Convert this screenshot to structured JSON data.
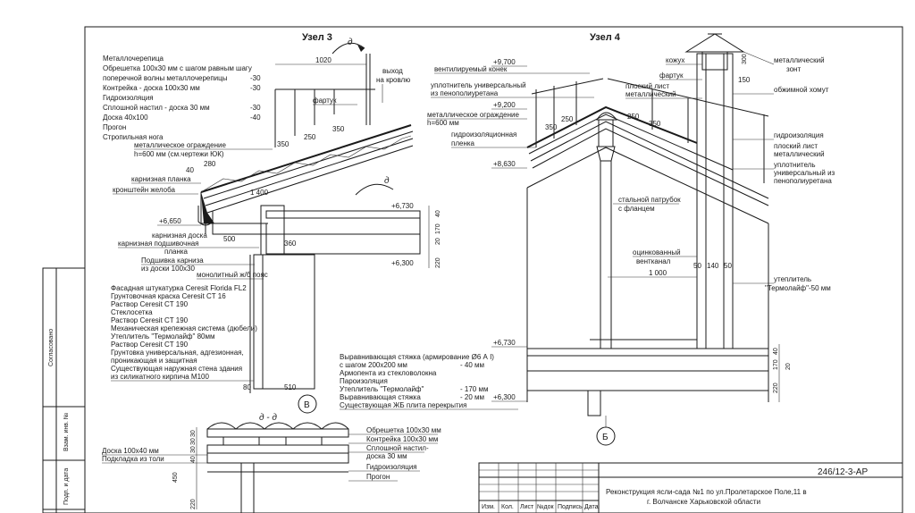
{
  "node3": {
    "title": "Узел 3",
    "section_mark": "д",
    "dim_1020": "1020",
    "outlet_label": "выход на кровлю",
    "fartuk_label": "фартук",
    "layers": [
      {
        "text": "Металлочерепица",
        "val": ""
      },
      {
        "text": "Обрешетка 100х30 мм с шагом равным шагу",
        "val": ""
      },
      {
        "text": "поперечной волны металлочерепицы",
        "val": "-30"
      },
      {
        "text": "Контрейка - доска 100х30 мм",
        "val": "-30"
      },
      {
        "text": "Гидроизоляция",
        "val": ""
      },
      {
        "text": "Сплошной настил - доска 30 мм",
        "val": "-30"
      },
      {
        "text": "Доска 40х100",
        "val": "-40"
      },
      {
        "text": "Прогон",
        "val": ""
      },
      {
        "text": "Стропильная нога",
        "val": ""
      }
    ],
    "railing": [
      "металлическое ограждение",
      "h=600 мм (см.чертежи ЮК)"
    ],
    "dims_slope": [
      "350",
      "250",
      "350",
      "280"
    ],
    "dim_40": "40",
    "left_labels": [
      "карнизная планка",
      "кронштейн желоба"
    ],
    "level_6650": "+6,650",
    "eave_labels": [
      "карнизная доска",
      "карнизная подшивочная",
      "планка",
      "Подшивка карниза",
      "из доски 100х30"
    ],
    "dim_500": "500",
    "dim_1400": "1 400",
    "dim_360": "360",
    "belt_label": "монолитный ж/б пояс",
    "level_6730": "+6,730",
    "level_6300": "+6,300",
    "dims_right": [
      "40",
      "170",
      "20",
      "220"
    ],
    "wall_layers": [
      "Фасадная штукатурка Ceresit Florida FL2",
      "Грунтовочная краска Ceresit CT 16",
      "Раствор Ceresit CT 190",
      "Стеклосетка",
      "Раствор Ceresit CT 190",
      "Механическая крепежная система (дюбели)",
      "Утеплитель \"Термолайф\" 80мм",
      "Раствор Ceresit CT 190",
      "Грунтовка универсальная, адгезионная,",
      "проникающая и защитная",
      "Существующая наружная стена здания",
      "из силикатного кирпича М100"
    ],
    "dim_80": "80",
    "dim_510": "510",
    "axis": "В"
  },
  "floor": {
    "lines": [
      {
        "text": "Выравнивающая стяжка (армирование Ø6 А I)",
        "val": ""
      },
      {
        "text": "с шагом 200х200 мм",
        "val": "- 40 мм"
      },
      {
        "text": "Армопента из стекловолокна",
        "val": ""
      },
      {
        "text": "Пароизоляция",
        "val": ""
      },
      {
        "text": "Утеплитель \"Термолайф\"",
        "val": "- 170 мм"
      },
      {
        "text": "Выравнивающая стяжка",
        "val": "- 20 мм"
      },
      {
        "text": "Существующая ЖБ плита перекрытия",
        "val": ""
      }
    ]
  },
  "node4": {
    "title": "Узел 4",
    "levels": [
      "+9,700",
      "+9,200",
      "+8,630",
      "+6,730",
      "+6,300"
    ],
    "left_labels": [
      "вентилируемый конек",
      "уплотнитель универсальный",
      "из пенополиуретана",
      "металлическое ограждение",
      "h=600 мм",
      "гидроизоляционная",
      "пленка"
    ],
    "dims_slope": [
      "350",
      "250",
      "250",
      "350"
    ],
    "right_labels": [
      "кожух",
      "фартук",
      "плоский лист",
      "металлический",
      "металлический",
      "зонт",
      "обжимной хомут",
      "гидроизоляция",
      "плоский лист",
      "металлический",
      "уплотнитель",
      "универсальный из",
      "пенополиуретана"
    ],
    "dim_300": "300",
    "dim_150": "150",
    "pipe_labels": [
      "стальной патрубок",
      "с фланцем"
    ],
    "channel_labels": [
      "оцинкованный",
      "вентканал"
    ],
    "dims_channel": [
      "50",
      "140",
      "50"
    ],
    "dim_1000": "1 000",
    "insul_labels": [
      "утеплитель",
      "\"Термолайф\"-50 мм"
    ],
    "dims_right": [
      "40",
      "170",
      "20",
      "220"
    ],
    "axis": "Б"
  },
  "section_dd": {
    "title": "д - д",
    "labels": [
      "Обрешетка 100х30 мм",
      "Контрейка 100х30 мм",
      "Сплошной настил-",
      "доска 30 мм",
      "Гидроизоляция",
      "Прогон"
    ],
    "left_labels": [
      "Доска 100х40 мм",
      "Подкладка из толи"
    ],
    "dims": [
      "30",
      "30",
      "30",
      "40",
      "450",
      "220"
    ]
  },
  "left_strip": {
    "labels": [
      "Согласовано",
      "Взам. инв. №",
      "Подп. и дата"
    ]
  },
  "title_block": {
    "code": "246/12-3-АР",
    "desc1": "Реконструкция ясли-сада №1 по ул.Пролетарское Поле,11 в",
    "desc2": "г. Волчанске Харьковской области",
    "cols": [
      "Изм.",
      "Кол.",
      "Лист",
      "№док",
      "Подпись",
      "Дата"
    ]
  }
}
